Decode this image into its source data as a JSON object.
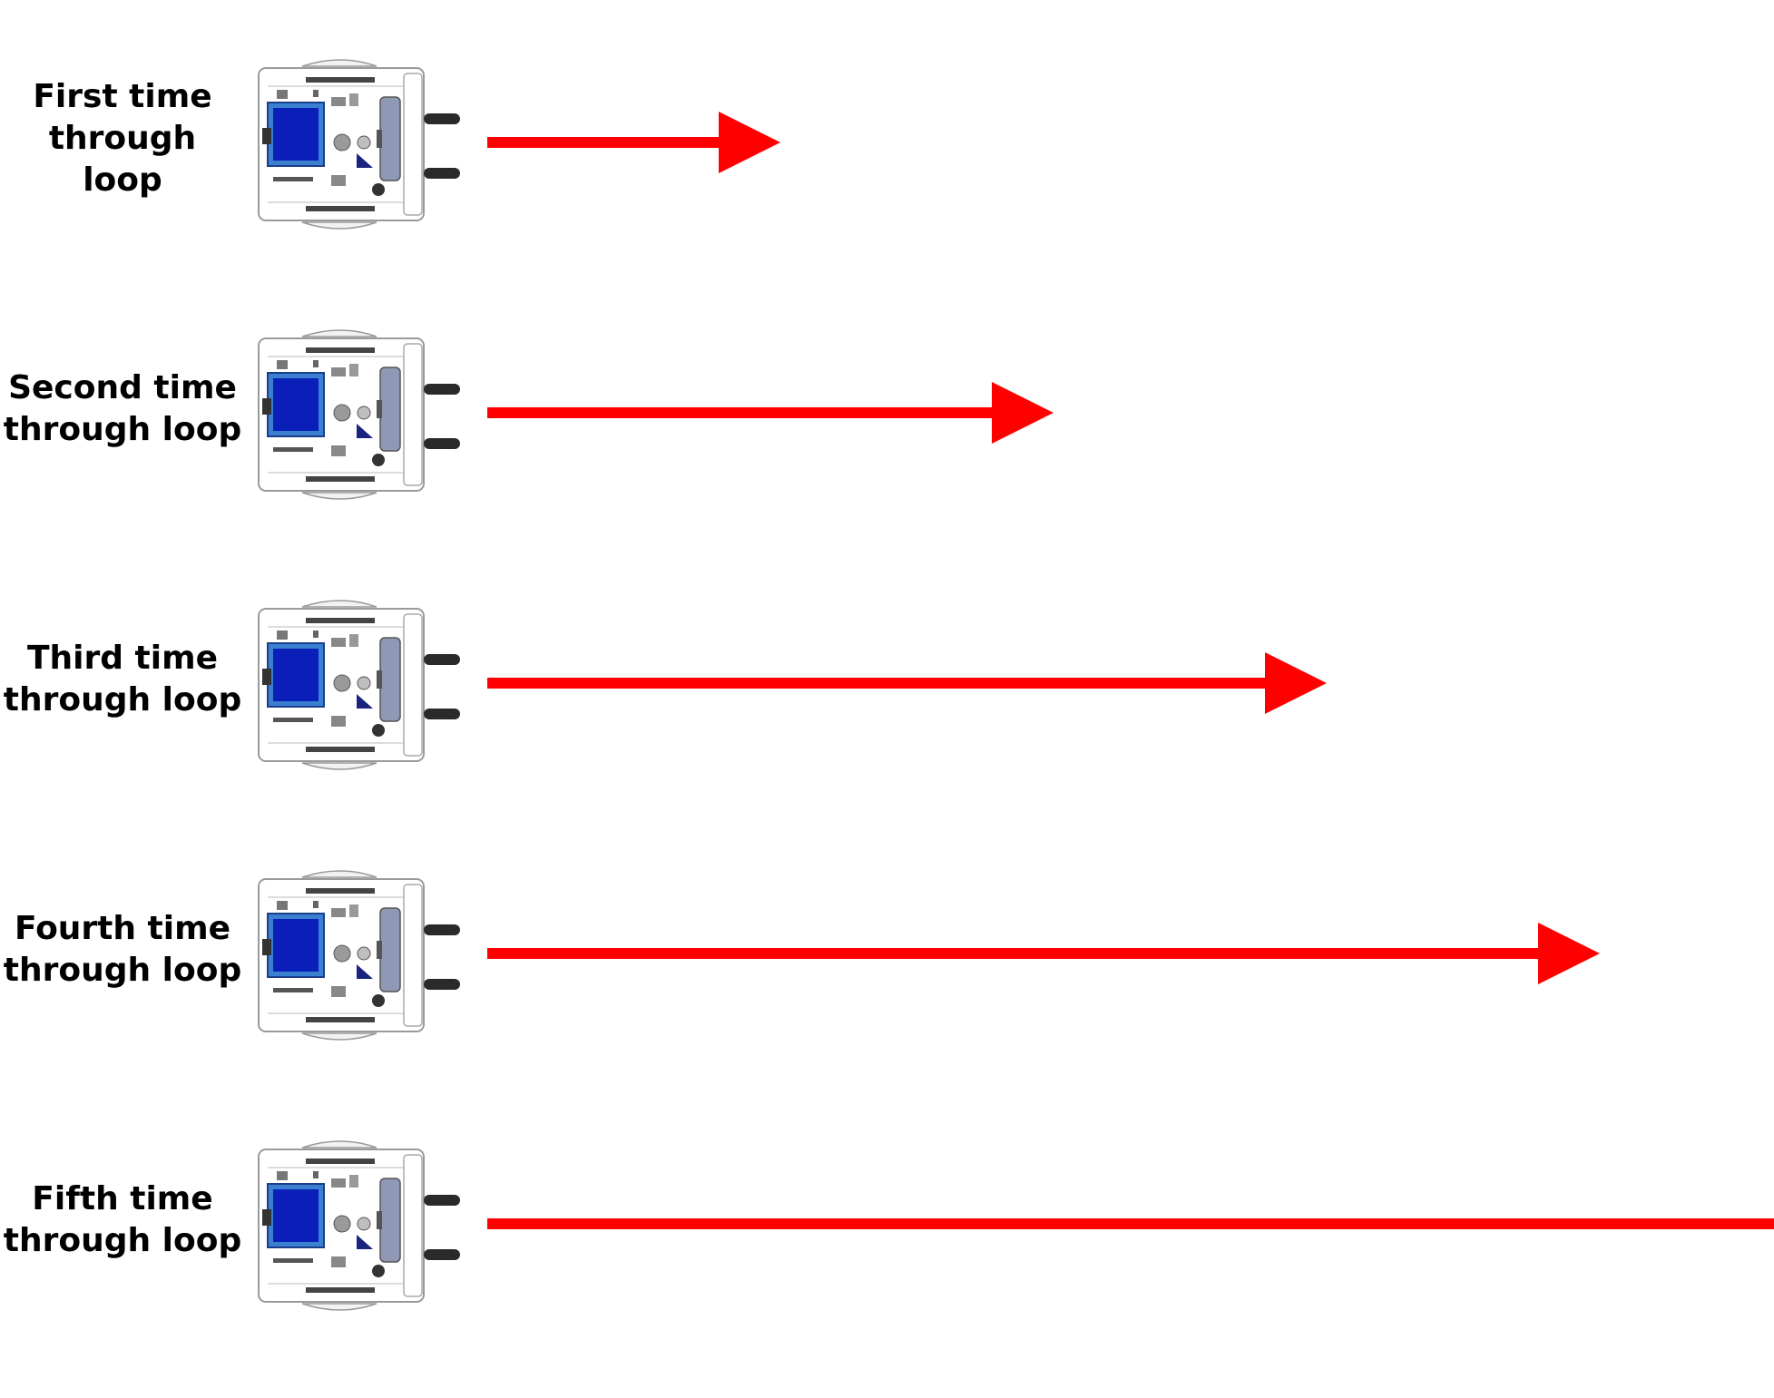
{
  "colors": {
    "arrow": "#ff0000",
    "label": "#000000",
    "screen": "#0a1fb8",
    "screen_border": "#3a7fd0",
    "board": "#ffffff",
    "sensor": "#2a2a2a"
  },
  "robot_icon": "robot-top-view-icon",
  "rows": [
    {
      "label_lines": [
        "First time",
        "through",
        "loop"
      ],
      "relative_distance": 1
    },
    {
      "label_lines": [
        "Second time",
        "through loop"
      ],
      "relative_distance": 2
    },
    {
      "label_lines": [
        "Third time",
        "through loop"
      ],
      "relative_distance": 3
    },
    {
      "label_lines": [
        "Fourth time",
        "through loop"
      ],
      "relative_distance": 4
    },
    {
      "label_lines": [
        "Fifth time",
        "through loop"
      ],
      "relative_distance": 5
    }
  ]
}
